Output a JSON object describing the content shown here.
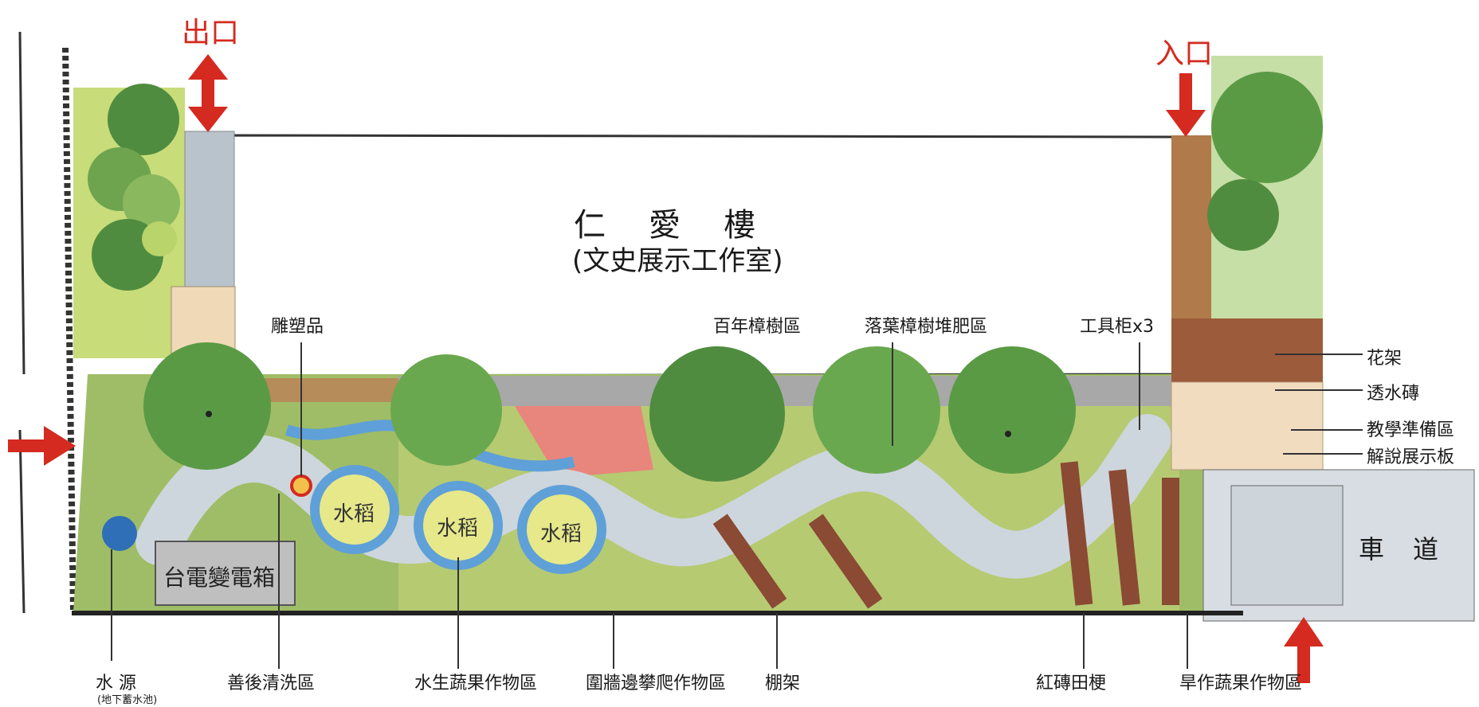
{
  "markers": {
    "exit": "出口",
    "entrance": "入口"
  },
  "building": {
    "name": "仁愛樓",
    "subtitle": "(文史展示工作室)"
  },
  "top_labels": {
    "sculpture": "雕塑品",
    "camphor": "百年樟樹區",
    "compost": "落葉樟樹堆肥區",
    "toolbox": "工具柜x3"
  },
  "right_labels": {
    "trellis": "花架",
    "permeable": "透水磚",
    "prep": "教學準備區",
    "board": "解說展示板"
  },
  "rice_paddies": [
    "水稻",
    "水稻",
    "水稻"
  ],
  "transformer": "台電變電箱",
  "driveway": "車道",
  "bottom_labels": {
    "water_source": "水 源",
    "water_source_sub": "(地下蓄水池)",
    "washing": "善後清洗區",
    "aquatic": "水生蔬果作物區",
    "climbing": "圍牆邊攀爬作物區",
    "shed": "棚架",
    "brick_ridge": "紅磚田梗",
    "dry_crops": "旱作蔬果作物區"
  },
  "colors": {
    "arrow": "#d42a1f",
    "tree": "#4f8c3f",
    "path": "#cdd6dc",
    "water": "#5fa0d8",
    "brick": "#8a4a34"
  }
}
